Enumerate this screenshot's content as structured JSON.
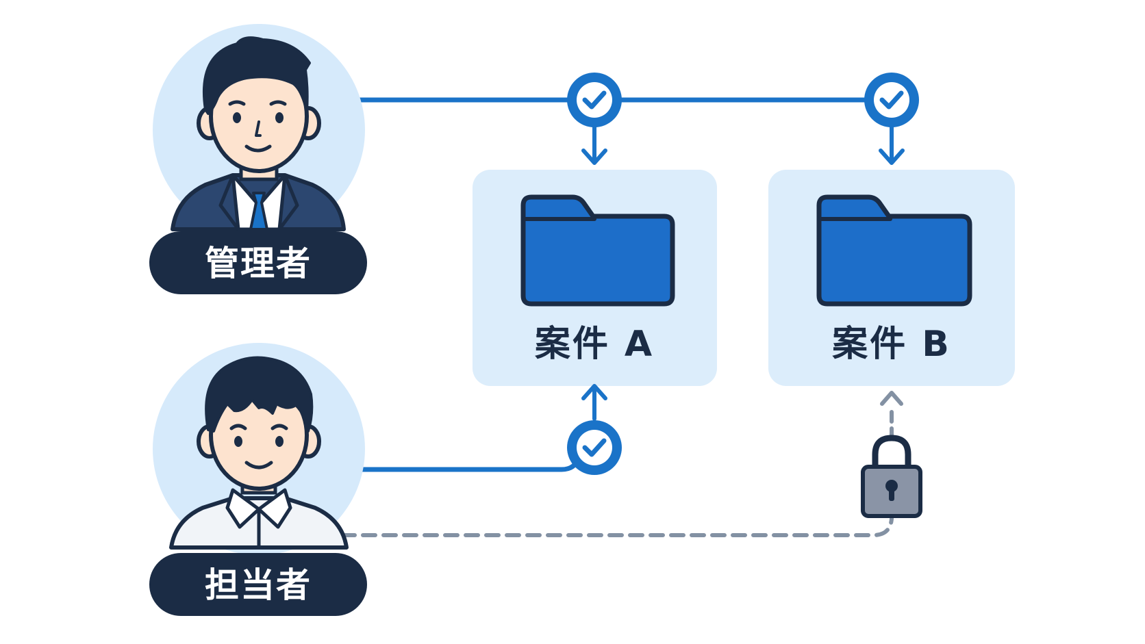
{
  "roles": {
    "admin": {
      "label": "管理者"
    },
    "staff": {
      "label": "担当者"
    }
  },
  "folders": {
    "a": {
      "label": "案件 A"
    },
    "b": {
      "label": "案件 B"
    }
  },
  "access": {
    "admin_to_a": "granted",
    "admin_to_b": "granted",
    "staff_to_a": "granted",
    "staff_to_b": "locked"
  },
  "colors": {
    "accent_blue": "#1a73c8",
    "folder_blue": "#1d6ec9",
    "panel_bg": "#dcedfb",
    "avatar_bg": "#d6eafb",
    "navy": "#1b2c45",
    "lock_gray": "#8a94a6",
    "dashed_gray": "#8391a3"
  },
  "icons": {
    "check": "check-circle-icon",
    "lock": "padlock-icon",
    "folder": "folder-icon"
  }
}
